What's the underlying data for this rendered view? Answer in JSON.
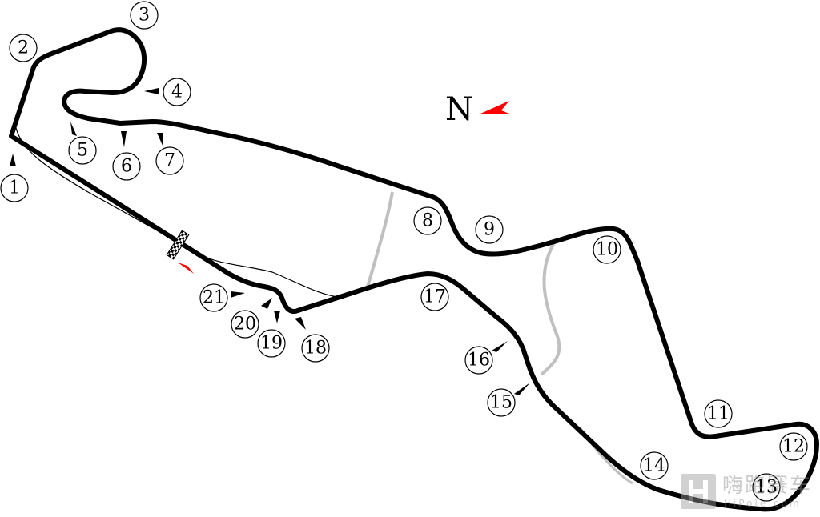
{
  "compass": {
    "letter": "N",
    "arrow_color": "#ff0000"
  },
  "track": {
    "main_color": "#000000",
    "alt_layout_color": "#c0c0c0",
    "pit_lane_color": "#000000",
    "direction_arrow_color": "#ff0000",
    "start_finish_icon": "checkered-flag-icon"
  },
  "turns": [
    "1",
    "2",
    "3",
    "4",
    "5",
    "6",
    "7",
    "8",
    "9",
    "10",
    "11",
    "12",
    "13",
    "14",
    "15",
    "16",
    "17",
    "18",
    "19",
    "20",
    "21"
  ],
  "watermark": {
    "logo_icon": "hipole-logo-icon",
    "text": "嗨跑赛车",
    "subtext": "HiPole.com"
  }
}
